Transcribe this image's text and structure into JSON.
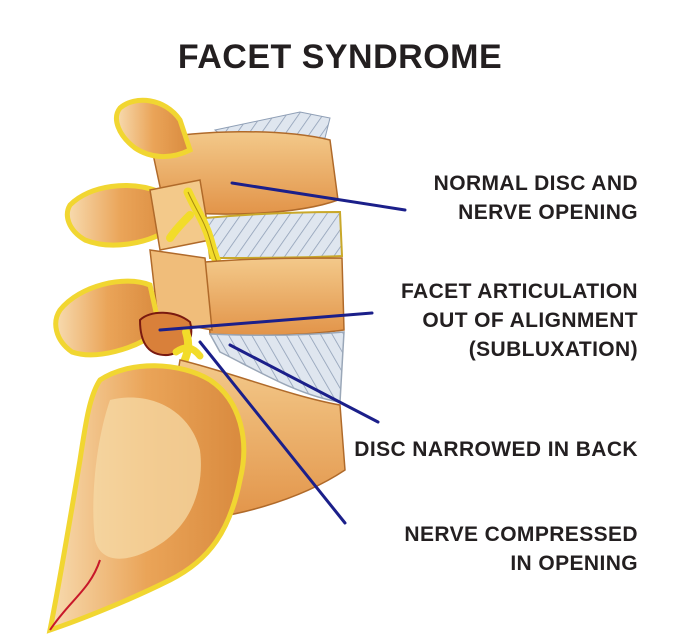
{
  "title": "FACET SYNDROME",
  "labels": [
    {
      "id": "normal",
      "lines": [
        "NORMAL DISC AND",
        "NERVE OPENING"
      ]
    },
    {
      "id": "facet",
      "lines": [
        "FACET ARTICULATION",
        "OUT OF ALIGNMENT",
        "(SUBLUXATION)"
      ]
    },
    {
      "id": "disc",
      "lines": [
        "DISC NARROWED IN BACK"
      ]
    },
    {
      "id": "nerve",
      "lines": [
        "NERVE COMPRESSED",
        "IN OPENING"
      ]
    }
  ],
  "colors": {
    "leader": "#1b1f8a",
    "bone": "#e7a35c",
    "bone_light": "#f6d9a6",
    "nerve": "#f2dc2a",
    "disc": "#c9d3e0",
    "outline": "#8a1a12"
  }
}
